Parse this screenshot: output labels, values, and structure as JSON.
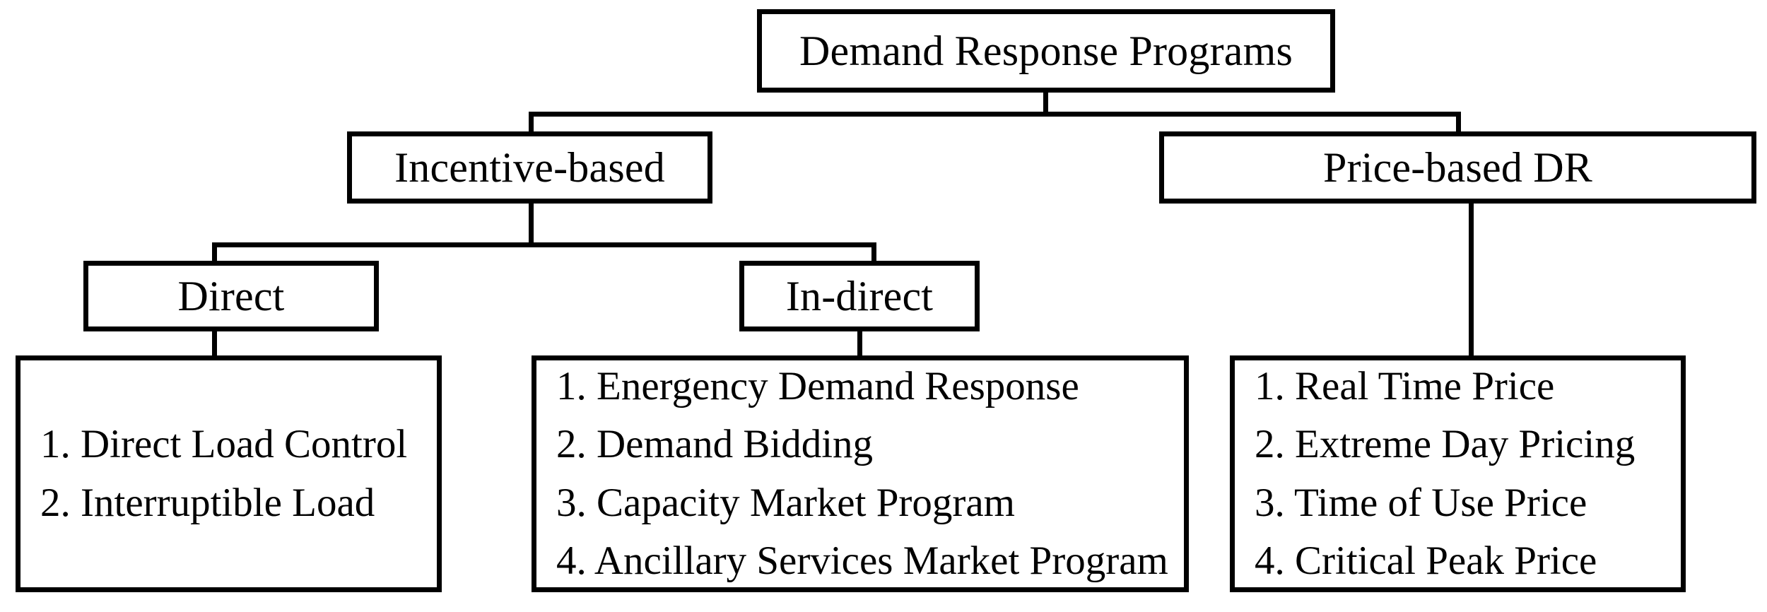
{
  "diagram": {
    "title_node": {
      "label": "Demand Response Programs"
    },
    "tier2": [
      {
        "label": "Incentive-based"
      },
      {
        "label": "Price-based DR"
      }
    ],
    "tier3": [
      {
        "label": "Direct"
      },
      {
        "label": "In-direct"
      }
    ],
    "leaf_boxes": [
      {
        "name": "direct-programs-list",
        "items": [
          "1. Direct Load Control",
          "2. Interruptible Load"
        ]
      },
      {
        "name": "indirect-programs-list",
        "items": [
          "1. Energency Demand Response",
          "2. Demand Bidding",
          "3. Capacity Market Program",
          "4. Ancillary Services Market Program"
        ]
      },
      {
        "name": "price-based-programs-list",
        "items": [
          "1. Real Time Price",
          "2. Extreme Day Pricing",
          "3. Time of Use Price",
          "4. Critical Peak Price"
        ]
      }
    ],
    "colors": {
      "stroke": "#000000",
      "background": "#ffffff",
      "text": "#000000"
    }
  }
}
